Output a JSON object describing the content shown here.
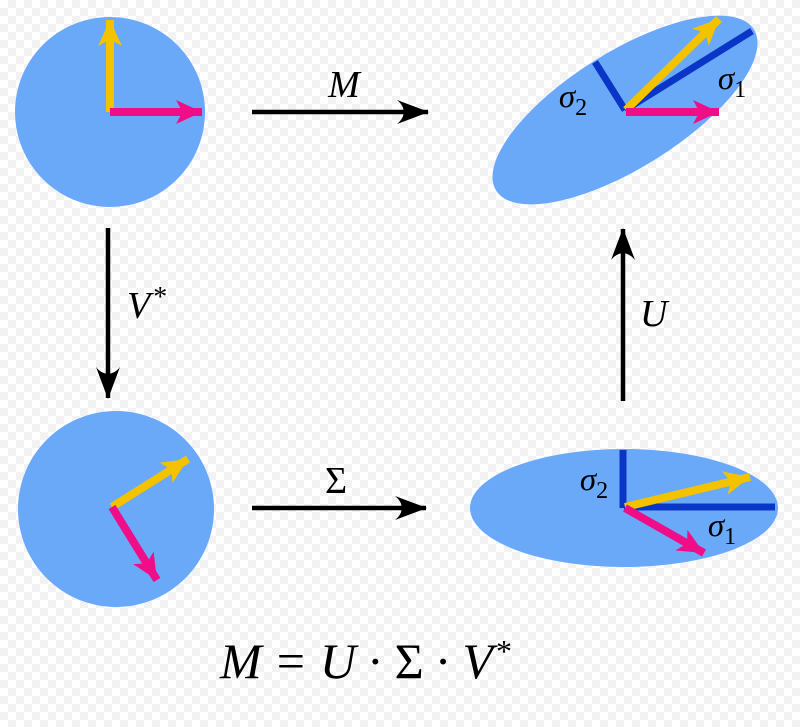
{
  "colors": {
    "shape_fill": "#6aa9f8",
    "vector_gold": "#f3c300",
    "vector_magenta": "#f00d88",
    "singular_axis": "#0a36c8",
    "map_arrow": "#000000",
    "text": "#000000"
  },
  "labels": {
    "map_M": "M",
    "map_Sigma": "Σ",
    "map_V": "V",
    "map_V_sup": "*",
    "map_U": "U",
    "sigma": "σ",
    "sigma1_sub": "1",
    "sigma2_sub": "2"
  },
  "formula": {
    "M": "M",
    "equals": "=",
    "U": "U",
    "dot1": "·",
    "Sigma": "Σ",
    "dot2": "·",
    "V": "V",
    "star": "*"
  }
}
